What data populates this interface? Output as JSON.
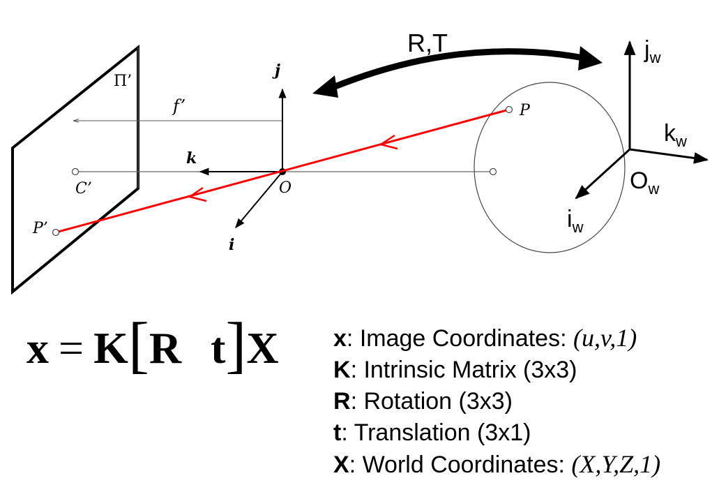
{
  "diagram": {
    "rt_label": "R,T",
    "pi_label": "Π’",
    "f_label": "f’",
    "j_label": "j",
    "k_label": "k",
    "i_label": "i",
    "o_label": "O",
    "c_label": "C’",
    "p_label": "P",
    "pprime_label": "P’",
    "jw_main": "j",
    "jw_sub": "w",
    "kw_main": "k",
    "kw_sub": "w",
    "ow_main": "O",
    "ow_sub": "w",
    "iw_main": "i",
    "iw_sub": "w",
    "colors": {
      "ray": "#ff0000",
      "ink": "#000000",
      "thin": "#555555"
    }
  },
  "equation": {
    "lhs": "x",
    "eq": "=",
    "k": "K",
    "open_bracket": "[",
    "r": "R",
    "t": "t",
    "close_bracket": "]",
    "x_world": "X"
  },
  "legend": [
    {
      "symbol": "x",
      "text": ": Image Coordinates: ",
      "math": "(u,v,1)"
    },
    {
      "symbol": "K",
      "text": ": Intrinsic Matrix (3x3)",
      "math": ""
    },
    {
      "symbol": "R",
      "text": ": Rotation (3x3)",
      "math": ""
    },
    {
      "symbol": "t",
      "text": ": Translation (3x1)",
      "math": ""
    },
    {
      "symbol": "X",
      "text": ": World Coordinates: ",
      "math": "(X,Y,Z,1)"
    }
  ]
}
